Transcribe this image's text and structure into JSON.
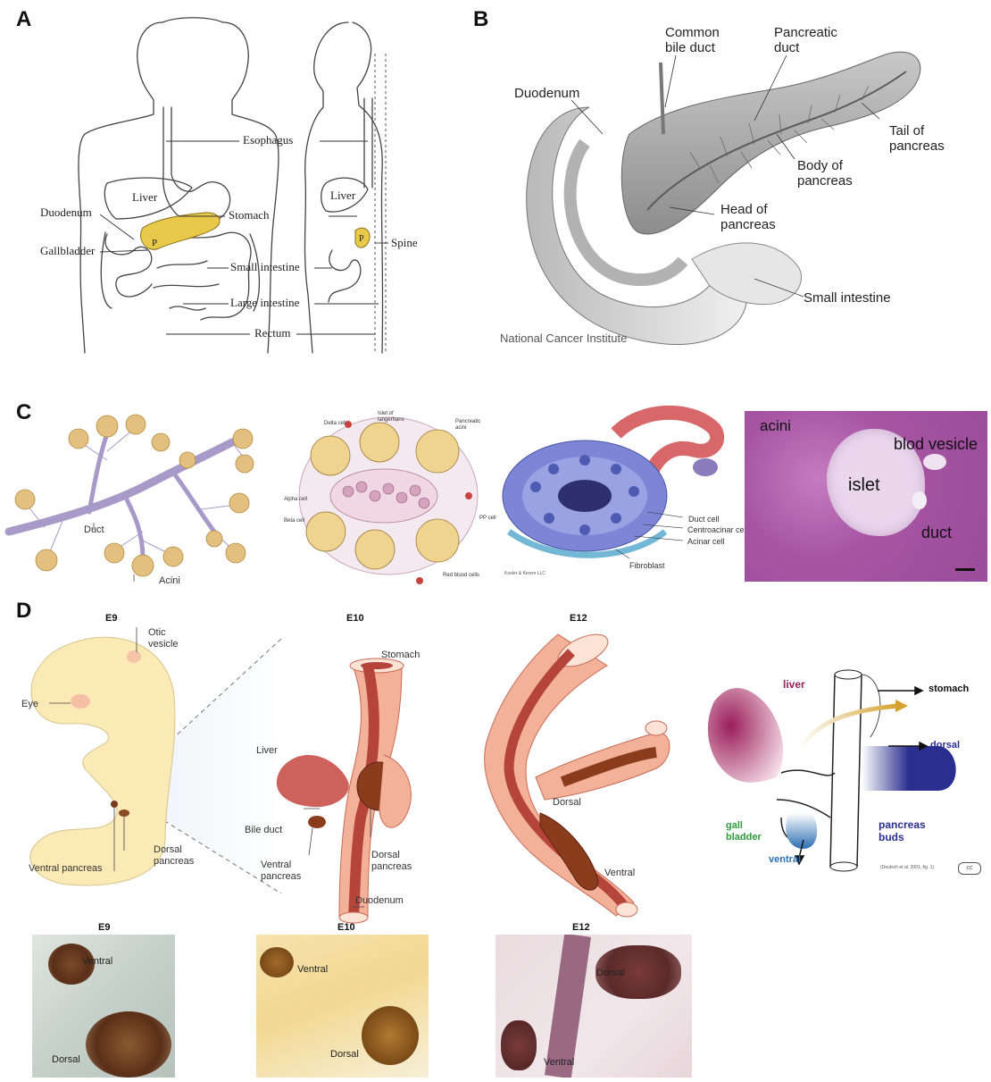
{
  "panels": {
    "A": "A",
    "B": "B",
    "C": "C",
    "D": "D"
  },
  "panel_a": {
    "labels": {
      "esophagus": "Esophagus",
      "liver_front": "Liver",
      "liver_side": "Liver",
      "stomach": "Stomach",
      "duodenum": "Duodenum",
      "gallbladder": "Gallbladder",
      "pancreas_front": "P",
      "pancreas_side": "P",
      "spine": "Spine",
      "small_intestine": "Small intestine",
      "large_intestine": "Large intestine",
      "rectum": "Rectum"
    }
  },
  "panel_b": {
    "labels": {
      "common_bile_duct": "Common\nbile duct",
      "pancreatic_duct": "Pancreatic\nduct",
      "duodenum": "Duodenum",
      "tail": "Tail of\npancreas",
      "body": "Body of\npancreas",
      "head": "Head of\npancreas",
      "small_intestine": "Small intestine"
    },
    "credit": "National Cancer Institute"
  },
  "panel_c": {
    "acini_tree": {
      "duct": "Duct",
      "acini": "Acini"
    },
    "islet_diagram": {
      "delta_cell": "Delta cell",
      "islet_of_langerhans": "Islet of\nlangerhans",
      "pancreatic_acini": "Pancreatic\nacini",
      "alpha_cell": "Alpha cell",
      "beta_cell": "Beta cell",
      "pp_cell": "PP cell",
      "red_blood_cells": "Red blood cells"
    },
    "acinus_3d": {
      "duct_cell": "Duct cell",
      "centroacinar_cell": "Centroacinar cell",
      "acinar_cell": "Acinar cell",
      "fibroblast": "Fibroblast",
      "credit": "Kooler & Kerem LLC"
    },
    "histology": {
      "acini": "acini",
      "islet": "islet",
      "blood_vessel": "blod vesicle",
      "duct": "duct"
    }
  },
  "panel_d": {
    "stages": {
      "e9": "E9",
      "e10": "E10",
      "e12": "E12"
    },
    "e9": {
      "otic_vesicle": "Otic\nvesicle",
      "eye": "Eye",
      "ventral_pancreas": "Ventral pancreas",
      "dorsal_pancreas": "Dorsal\npancreas"
    },
    "e10": {
      "stomach": "Stomach",
      "liver": "Liver",
      "bile_duct": "Bile duct",
      "ventral_pancreas": "Ventral\npancreas",
      "dorsal_pancreas": "Dorsal\npancreas",
      "duodenum": "Duodenum"
    },
    "e12": {
      "dorsal": "Dorsal",
      "ventral": "Ventral"
    },
    "schematic": {
      "liver": "liver",
      "stomach": "stomach",
      "dorsal": "dorsal",
      "gall_bladder": "gall\nbladder",
      "ventral": "ventral",
      "pancreas_buds": "pancreas\nbuds",
      "citation": "(Deutsch et al. 2001, fig. 1)"
    },
    "photos": {
      "e9": {
        "stage": "E9",
        "ventral": "Ventral",
        "dorsal": "Dorsal"
      },
      "e10": {
        "stage": "E10",
        "ventral": "Ventral",
        "dorsal": "Dorsal"
      },
      "e12": {
        "stage": "E12",
        "dorsal": "Dorsal",
        "ventral": "Ventral"
      }
    }
  },
  "colors": {
    "pancreas_yellow": "#e8c94a",
    "gut_red": "#c5453f",
    "gut_pink": "#f3b19a",
    "embryo_cream": "#fbeab6",
    "liver_magenta": "#9b1e5a",
    "dorsal_blue": "#2a2f8f",
    "ventral_blue": "#2c6fb3",
    "histology_purple": "#b25fa8",
    "acini_tan": "#e3c07f",
    "duct_lilac": "#a79ac8"
  }
}
